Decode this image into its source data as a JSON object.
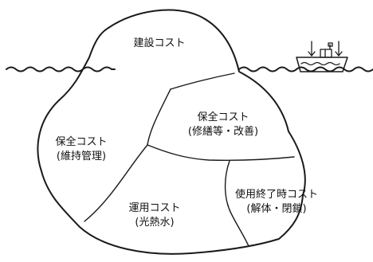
{
  "diagram": {
    "regions": [
      {
        "id": "construction",
        "lines": [
          "建設コスト"
        ]
      },
      {
        "id": "maintenance-repair",
        "lines": [
          "保全コスト",
          "(修繕等・改善)"
        ]
      },
      {
        "id": "maintenance-management",
        "lines": [
          "保全コスト",
          "(維持管理)"
        ]
      },
      {
        "id": "operation",
        "lines": [
          "運用コスト",
          "(光熱水)"
        ]
      },
      {
        "id": "end-of-life",
        "lines": [
          "使用終了時コスト",
          "(解体・閉鎖)"
        ]
      }
    ]
  },
  "colors": {
    "line": "#1a1a1a",
    "text": "#111111",
    "background": "#ffffff"
  },
  "icons": {
    "ship": "ship-icon",
    "water": "water-surface"
  }
}
